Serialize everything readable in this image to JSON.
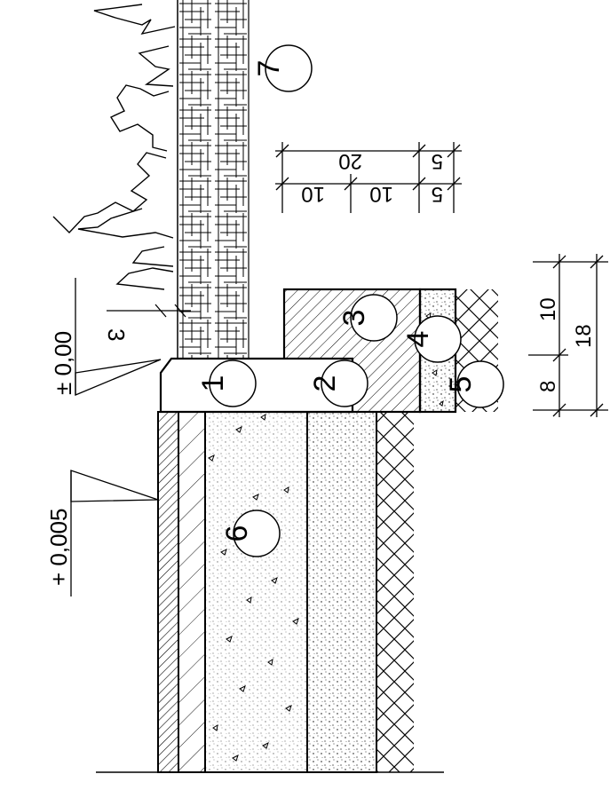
{
  "levels": {
    "upper": "± 0,00",
    "lower": "+ 0,005"
  },
  "offset_label": "3",
  "dimensions": {
    "top_total": "20",
    "top_right": "5",
    "bottom_a": "10",
    "bottom_b": "10",
    "bottom_c": "5",
    "right_a": "10",
    "right_b": "8",
    "right_total": "18"
  },
  "callouts": [
    "1",
    "2",
    "3",
    "4",
    "5",
    "6",
    "7"
  ]
}
